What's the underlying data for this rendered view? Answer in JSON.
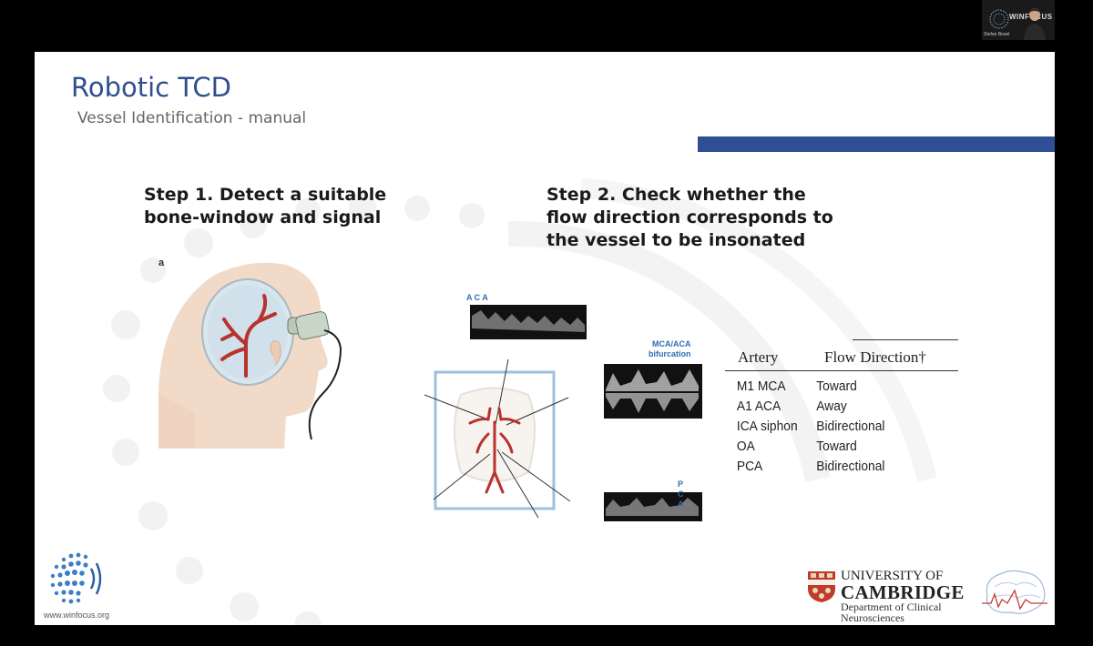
{
  "participant": {
    "name": "Stefan Bosel",
    "brand": "WINFOCUS"
  },
  "slide": {
    "title": "Robotic TCD",
    "subtitle": "Vessel Identification - manual",
    "step1": "Step 1. Detect a suitable bone-window and signal",
    "step2": "Step 2. Check whether the flow direction corresponds to the vessel to be insonated",
    "figure_label": "a",
    "waveforms": {
      "aca": "A C A",
      "bifurcation_line1": "MCA/ACA",
      "bifurcation_line2": "bifurcation",
      "pca": "P C A"
    },
    "table": {
      "headers": [
        "Artery",
        "Flow Direction†"
      ],
      "rows": [
        [
          "M1 MCA",
          "Toward"
        ],
        [
          "A1 ACA",
          "Away"
        ],
        [
          "ICA siphon",
          "Bidirectional"
        ],
        [
          "OA",
          "Toward"
        ],
        [
          "PCA",
          "Bidirectional"
        ]
      ]
    },
    "footer": {
      "winfocus_url": "www.winfocus.org",
      "university_line1": "UNIVERSITY OF",
      "university_line2": "CAMBRIDGE",
      "department_line1": "Department of Clinical",
      "department_line2": "Neurosciences"
    }
  },
  "colors": {
    "accent_blue": "#2f4f95",
    "title_blue": "#2f4f8f",
    "waveform_label": "#2f6fb0",
    "vessel_red": "#b8322e"
  }
}
